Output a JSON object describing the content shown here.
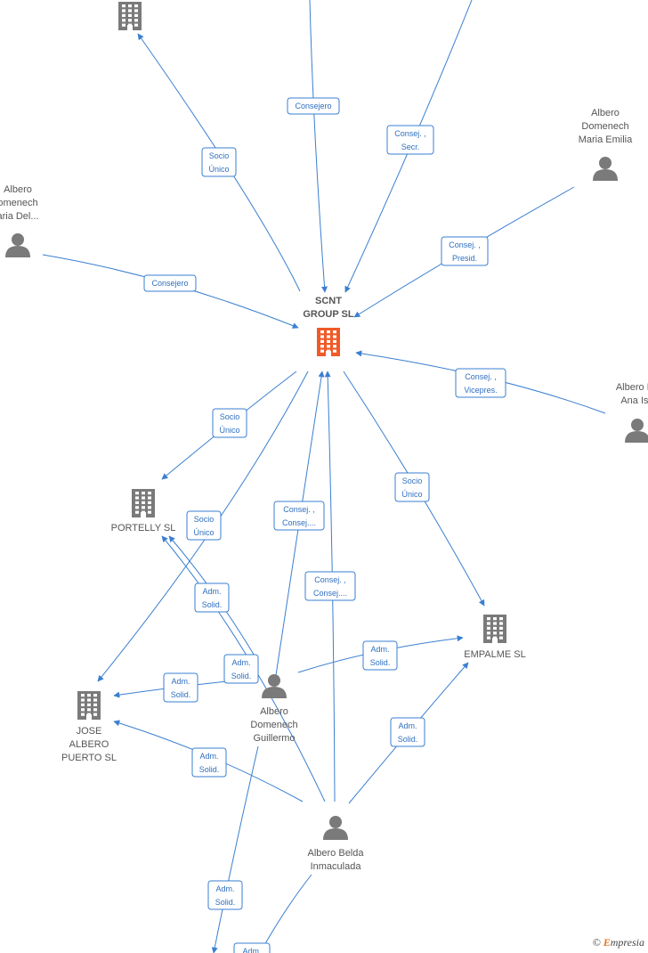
{
  "colors": {
    "edge": "#3a7fd0",
    "node": "#7a7a7a",
    "highlight": "#f05a28"
  },
  "nodes": [
    {
      "id": "top-company",
      "type": "company",
      "label": []
    },
    {
      "id": "scnt-group",
      "type": "company",
      "highlight": true,
      "label": [
        "SCNT",
        "GROUP  SL"
      ]
    },
    {
      "id": "portelly",
      "type": "company",
      "label": [
        "PORTELLY  SL"
      ]
    },
    {
      "id": "jose-albero-puerto",
      "type": "company",
      "label": [
        "JOSE",
        "ALBERO",
        "PUERTO SL"
      ]
    },
    {
      "id": "empalme",
      "type": "company",
      "label": [
        "EMPALME SL"
      ]
    },
    {
      "id": "albero-domenech-maria-emilia",
      "type": "person",
      "label": [
        "Albero",
        "Domenech",
        "Maria Emilia"
      ]
    },
    {
      "id": "albero-domenech-maria-del",
      "type": "person",
      "label": [
        "Albero",
        "omenech",
        "aria Del..."
      ]
    },
    {
      "id": "albero-belda-ana-isabel",
      "type": "person",
      "label": [
        "Albero Be",
        "Ana Isa"
      ]
    },
    {
      "id": "albero-domenech-guillermo",
      "type": "person",
      "label": [
        "Albero",
        "Domenech",
        "Guillermo"
      ]
    },
    {
      "id": "albero-belda-inmaculada",
      "type": "person",
      "label": [
        "Albero Belda",
        "Inmaculada"
      ]
    }
  ],
  "edges": [
    {
      "id": "e1",
      "label": [
        "Socio",
        "Único"
      ]
    },
    {
      "id": "e2",
      "label": [
        "Consejero"
      ]
    },
    {
      "id": "e3",
      "label": [
        "Consej. ,",
        "Secr."
      ]
    },
    {
      "id": "e4",
      "label": [
        "Consej. ,",
        "Presid."
      ]
    },
    {
      "id": "e5",
      "label": [
        "Consejero"
      ]
    },
    {
      "id": "e6",
      "label": [
        "Consej. ,",
        "Vicepres."
      ]
    },
    {
      "id": "e7",
      "label": [
        "Socio",
        "Único"
      ]
    },
    {
      "id": "e8",
      "label": [
        "Socio",
        "Único"
      ]
    },
    {
      "id": "e9",
      "label": [
        "Socio",
        "Único"
      ]
    },
    {
      "id": "e10",
      "label": [
        "Consej. ,",
        "Consej...."
      ]
    },
    {
      "id": "e11",
      "label": [
        "Consej. ,",
        "Consej...."
      ]
    },
    {
      "id": "e12",
      "label": [
        "Adm.",
        "Solid."
      ]
    },
    {
      "id": "e13",
      "label": [
        "Adm.",
        "Solid."
      ]
    },
    {
      "id": "e14",
      "label": [
        "Adm.",
        "Solid."
      ]
    },
    {
      "id": "e15",
      "label": [
        "Adm.",
        "Solid."
      ]
    },
    {
      "id": "e16",
      "label": [
        "Adm.",
        "Solid."
      ]
    },
    {
      "id": "e17",
      "label": [
        "Adm.",
        "Solid."
      ]
    },
    {
      "id": "e18",
      "label": [
        "Adm.",
        "Solid."
      ]
    },
    {
      "id": "e19",
      "label": [
        "Adm."
      ]
    }
  ],
  "watermark": {
    "copyright": "©",
    "brand_initial": "E",
    "brand_rest": "mpresia"
  }
}
